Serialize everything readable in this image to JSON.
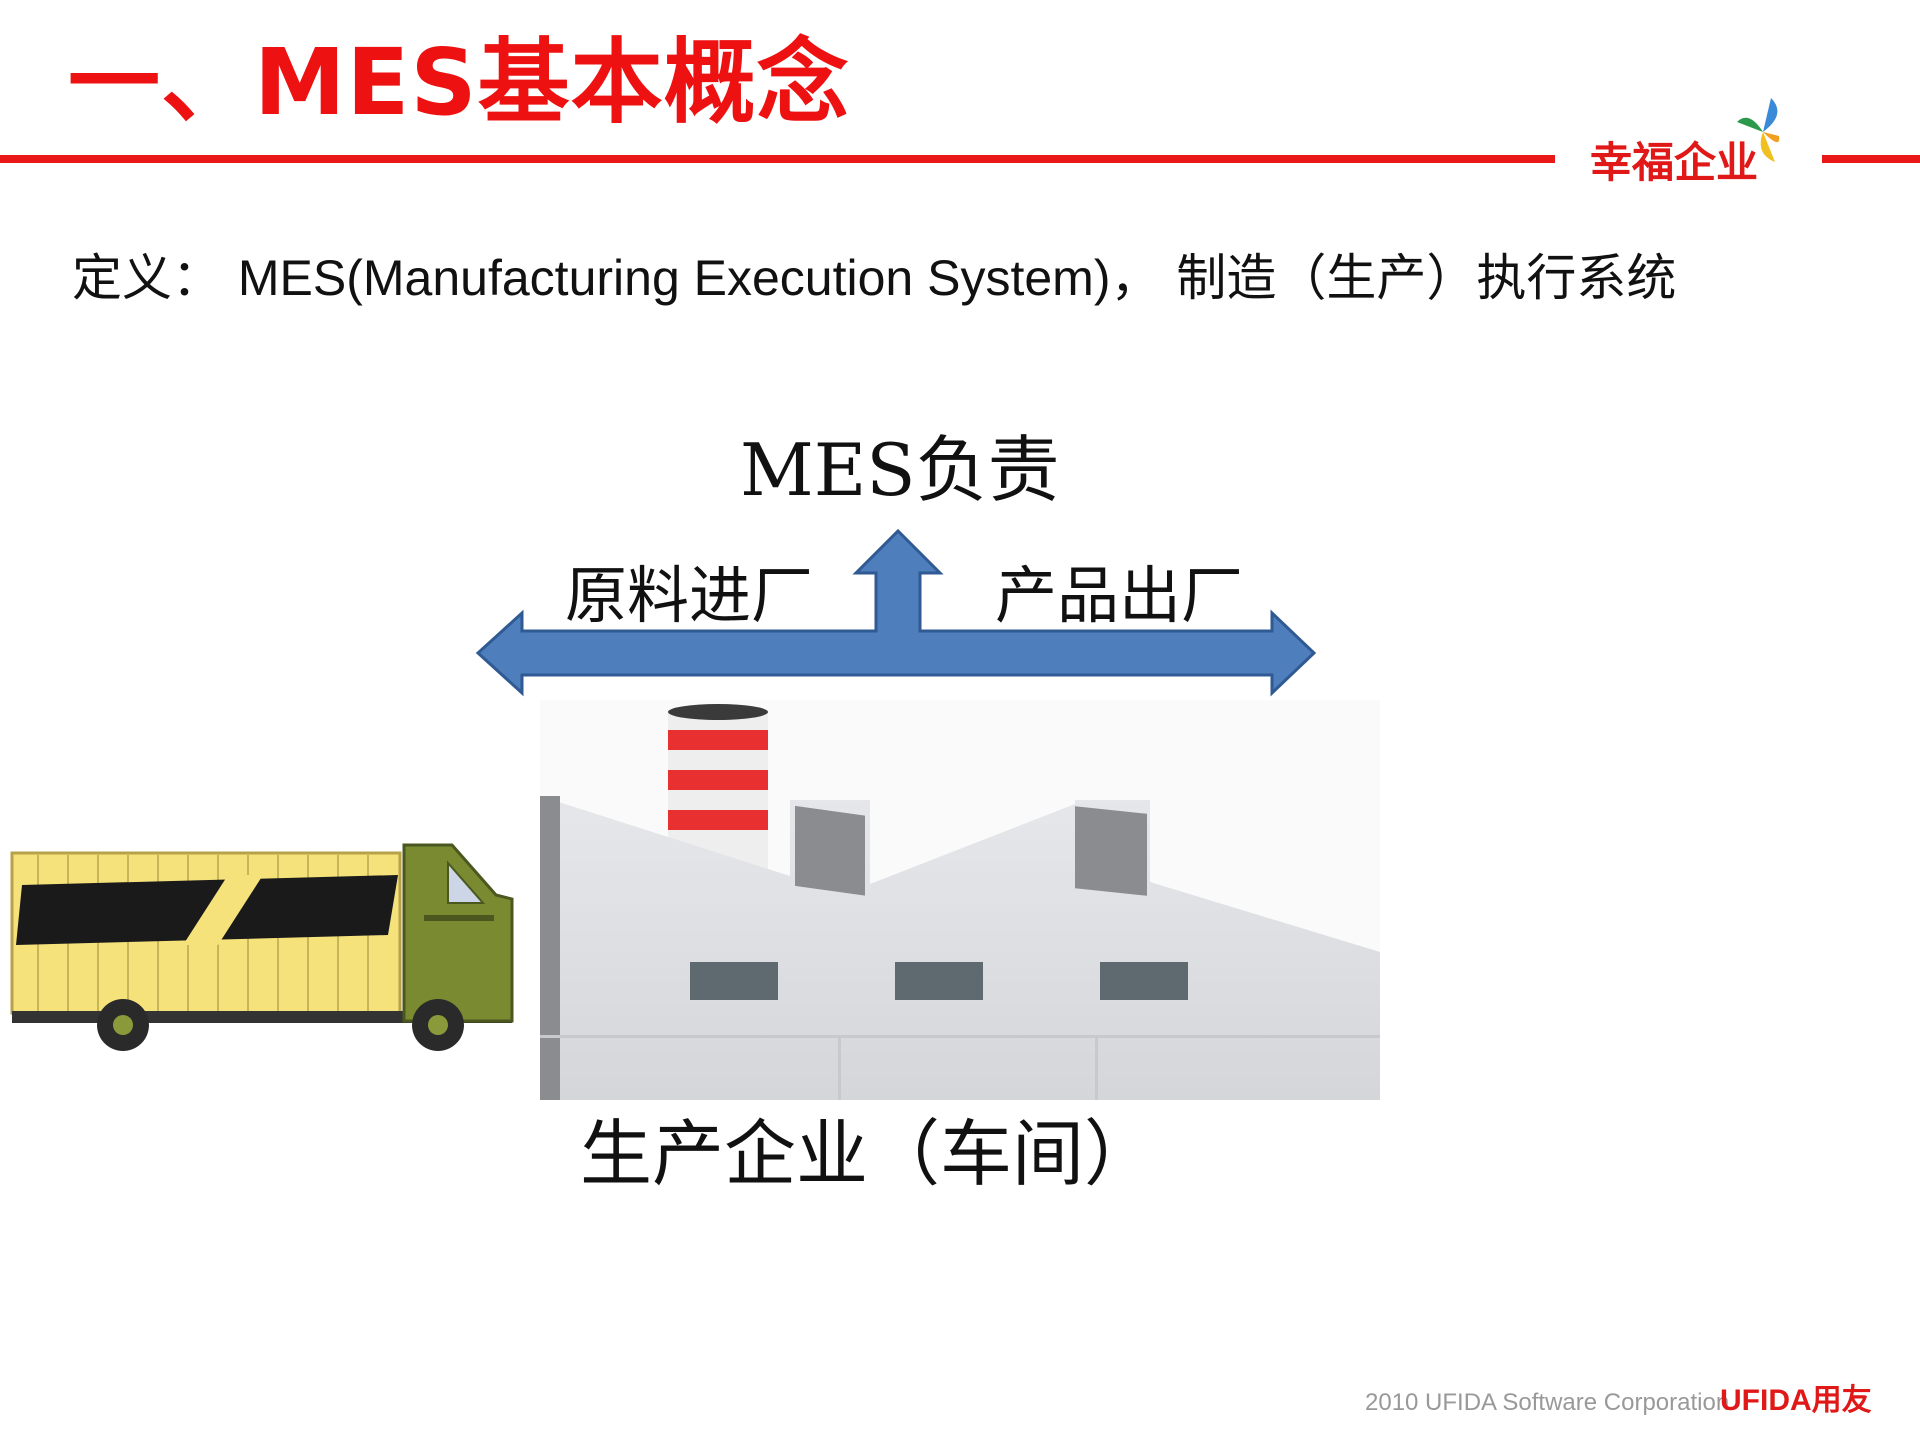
{
  "slide": {
    "title": "一、MES基本概念",
    "brand": "幸福企业",
    "definition_label": "定义：",
    "definition_en": "MES(Manufacturing Execution System)，",
    "definition_zh": "制造（生产）执行系统"
  },
  "diagram": {
    "top_label": "MES负责",
    "left_label": "原料进厂",
    "right_label": "产品出厂",
    "caption": "生产企业（车间）",
    "arrow_color": "#4f7ebd",
    "arrow_stroke": "#2f5a93"
  },
  "footer": {
    "copyright": "2010 UFIDA Software Corporation",
    "logo": "UFIDA用友"
  },
  "colors": {
    "accent": "#e81818",
    "truck_body": "#f6e27a",
    "truck_cab": "#7a8a30",
    "factory_wall": "#e2e3e5",
    "chimney_red": "#e83030"
  }
}
